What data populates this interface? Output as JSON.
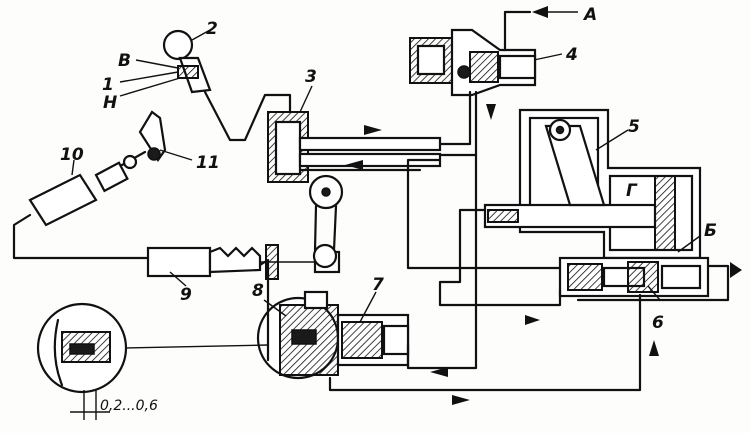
{
  "labels": {
    "n1": "1",
    "n2": "2",
    "n3": "3",
    "n4": "4",
    "n5": "5",
    "n6": "6",
    "n7": "7",
    "n8": "8",
    "n9": "9",
    "n10": "10",
    "n11": "11",
    "v": "В",
    "n": "Н",
    "a": "А",
    "g": "Г",
    "b": "Б"
  },
  "dimension": "0,2...0,6",
  "colors": {
    "ink": "#111111",
    "paper": "#fdfdfb"
  }
}
